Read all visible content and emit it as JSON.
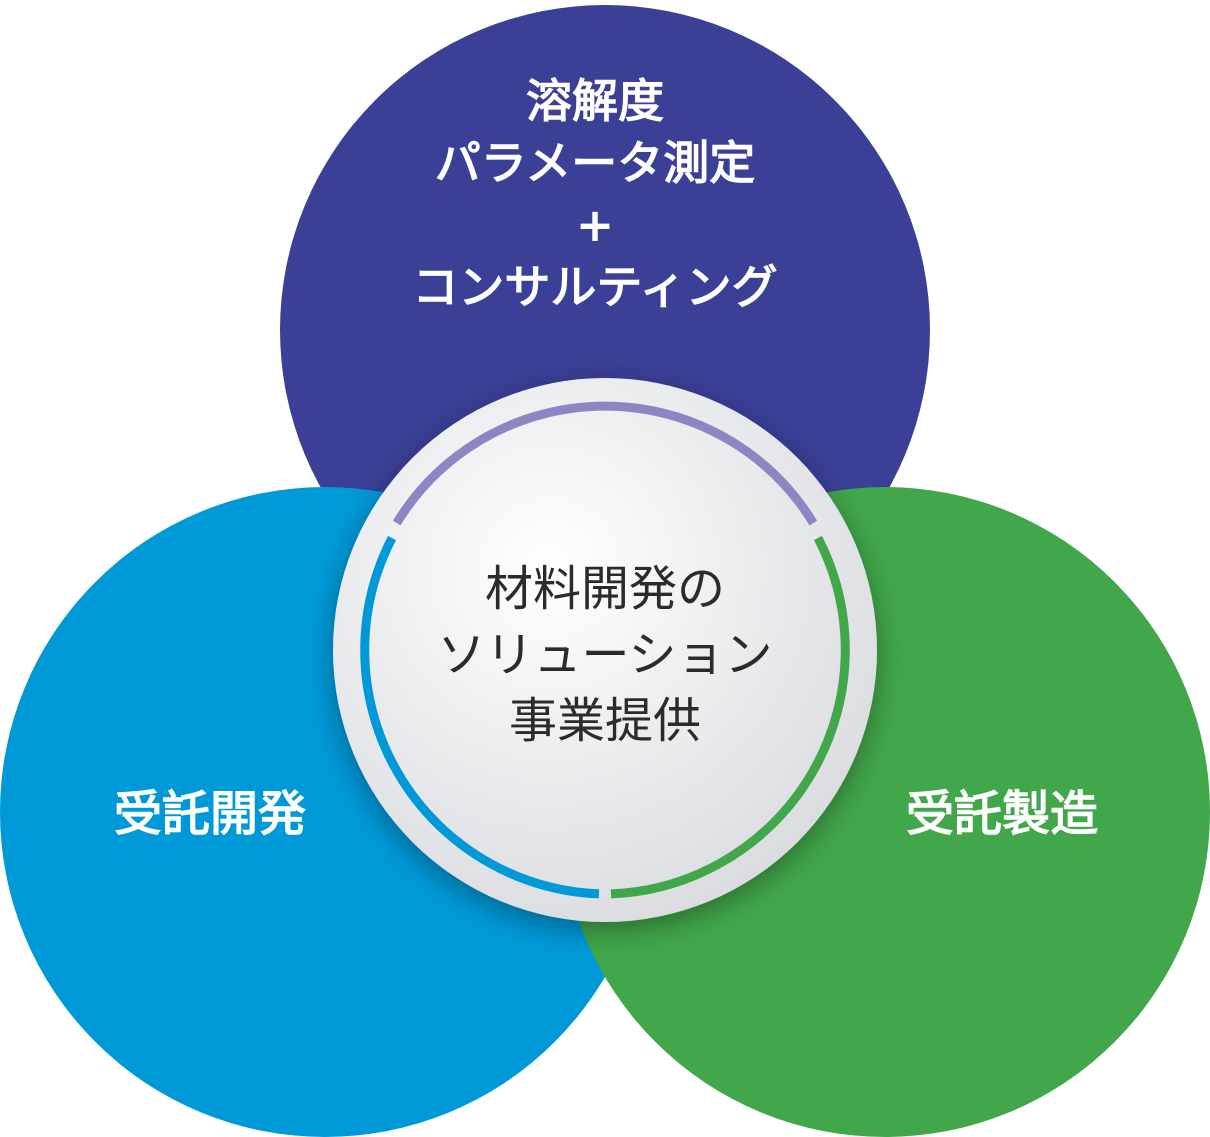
{
  "colors": {
    "top_circle": "#3b3f96",
    "left_circle": "#0099d8",
    "right_circle": "#42a74a",
    "center_fill_light": "#ffffff",
    "center_fill_dark": "#d9dbdf",
    "ring_top": "#8c87c3",
    "ring_left": "#0099d8",
    "ring_right": "#42a74a",
    "center_text": "#2b2b2b",
    "circle_text": "#ffffff"
  },
  "top_circle": {
    "lines": [
      "溶解度",
      "パラメータ測定",
      "+",
      "コンサルティング"
    ]
  },
  "left_circle": {
    "label": "受託開発"
  },
  "right_circle": {
    "label": "受託製造"
  },
  "center": {
    "lines": [
      "材料開発の",
      "ソリューション",
      "事業提供"
    ]
  }
}
